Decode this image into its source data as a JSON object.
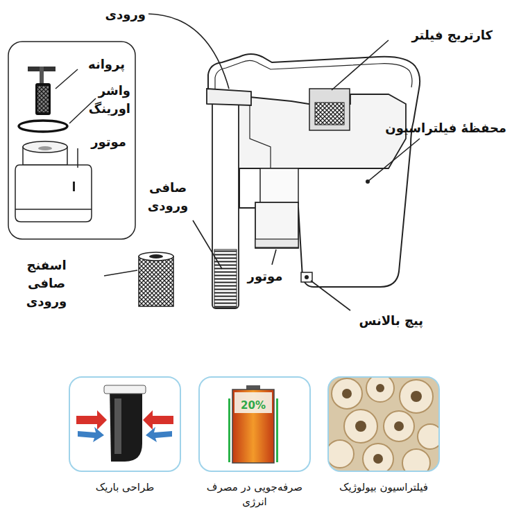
{
  "diagram": {
    "nodes": [
      {
        "text": [
          "فیلتراسیون بیولوژیک"
        ]
      },
      {
        "text": [
          "صرفه‌جویی در مصرف انرژی"
        ]
      },
      {
        "text": [
          "طراحی باریک"
        ]
      }
    ],
    "labels": [
      "ورودی",
      "کارتریج فیلتر",
      "پروانه",
      "واشر اورینگ",
      "محفظهٔ فیلتراسیون",
      "موتور",
      "صافی ورودی",
      "اسفنج صافی ورودی",
      "موتور",
      "پیچ بالانس",
      "20%"
    ]
  }
}
